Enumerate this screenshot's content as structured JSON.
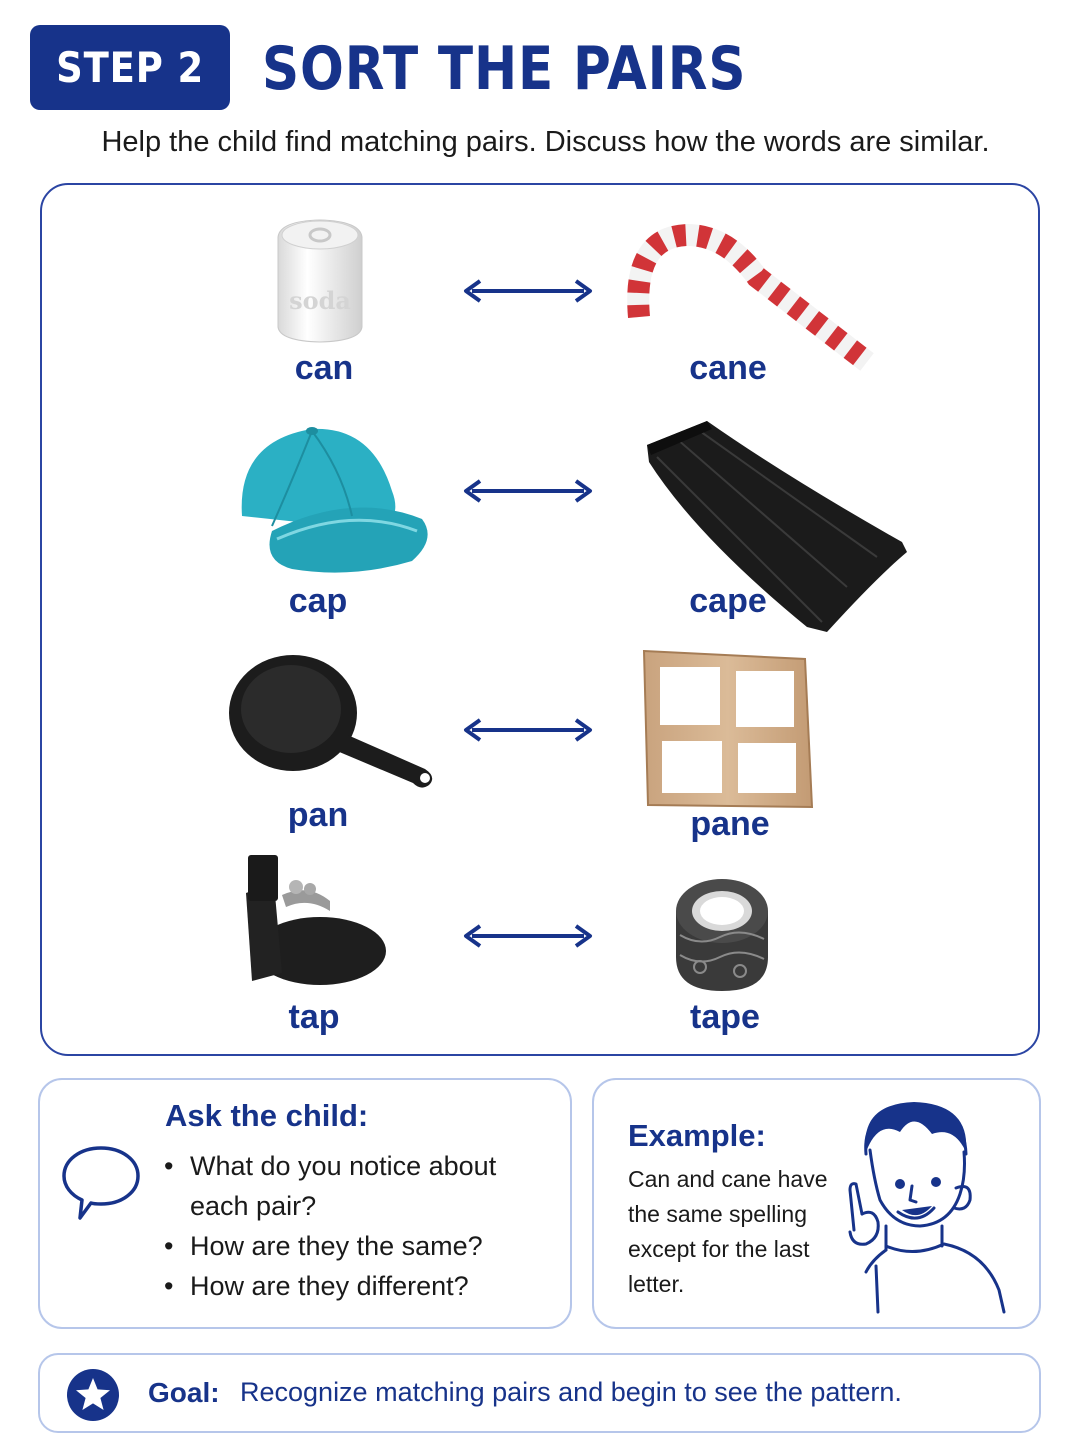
{
  "header": {
    "step_label": "STEP 2",
    "title": "SORT THE PAIRS",
    "subtitle": "Help the child find matching pairs. Discuss how the words are similar."
  },
  "pairs": [
    {
      "left": "can",
      "right": "cane",
      "left_icon": "soda-can-icon",
      "right_icon": "candy-cane-icon"
    },
    {
      "left": "cap",
      "right": "cape",
      "left_icon": "baseball-cap-icon",
      "right_icon": "cape-icon"
    },
    {
      "left": "pan",
      "right": "pane",
      "left_icon": "frying-pan-icon",
      "right_icon": "window-pane-icon"
    },
    {
      "left": "tap",
      "right": "tape",
      "left_icon": "water-tap-icon",
      "right_icon": "tape-roll-icon"
    }
  ],
  "soda_text": "soda",
  "ask": {
    "title": "Ask the child:",
    "questions": [
      "What do you notice about each pair?",
      "How are they the same?",
      "How are they different?"
    ],
    "icon": "speech-bubble-icon"
  },
  "example": {
    "title": "Example:",
    "text": "Can and cane have the same spelling except for the last letter.",
    "icon": "pointing-boy-icon"
  },
  "goal": {
    "label": "Goal:",
    "text": "Recognize matching pairs and begin to see the pattern.",
    "icon": "star-icon"
  },
  "colors": {
    "primary": "#17338a",
    "box_border": "#2b45a3",
    "light_border": "#b6c6ea",
    "cap": "#2bb0c4",
    "cane_red": "#d9262b"
  }
}
